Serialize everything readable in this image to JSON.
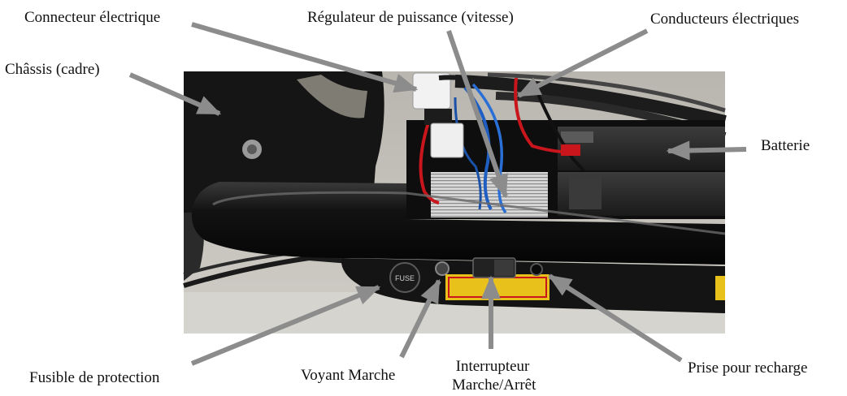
{
  "labels": {
    "connector": "Connecteur électrique",
    "regulator": "Régulateur de puissance (vitesse)",
    "conductors": "Conducteurs électriques",
    "chassis": "Châssis (cadre)",
    "battery": "Batterie",
    "fuse": "Fusible de protection",
    "power_led": "Voyant Marche",
    "switch_line1": "Interrupteur",
    "switch_line2": "Marche/Arrêt",
    "charge_port": "Prise pour recharge"
  },
  "device_text": {
    "fuse_cap": "FUSE"
  },
  "colors": {
    "arrow": "#8c8c8c",
    "frame": "#161616",
    "wire_red": "#c8161c",
    "wire_blue": "#1f5fc4",
    "warning_label": "#e8c21a"
  }
}
